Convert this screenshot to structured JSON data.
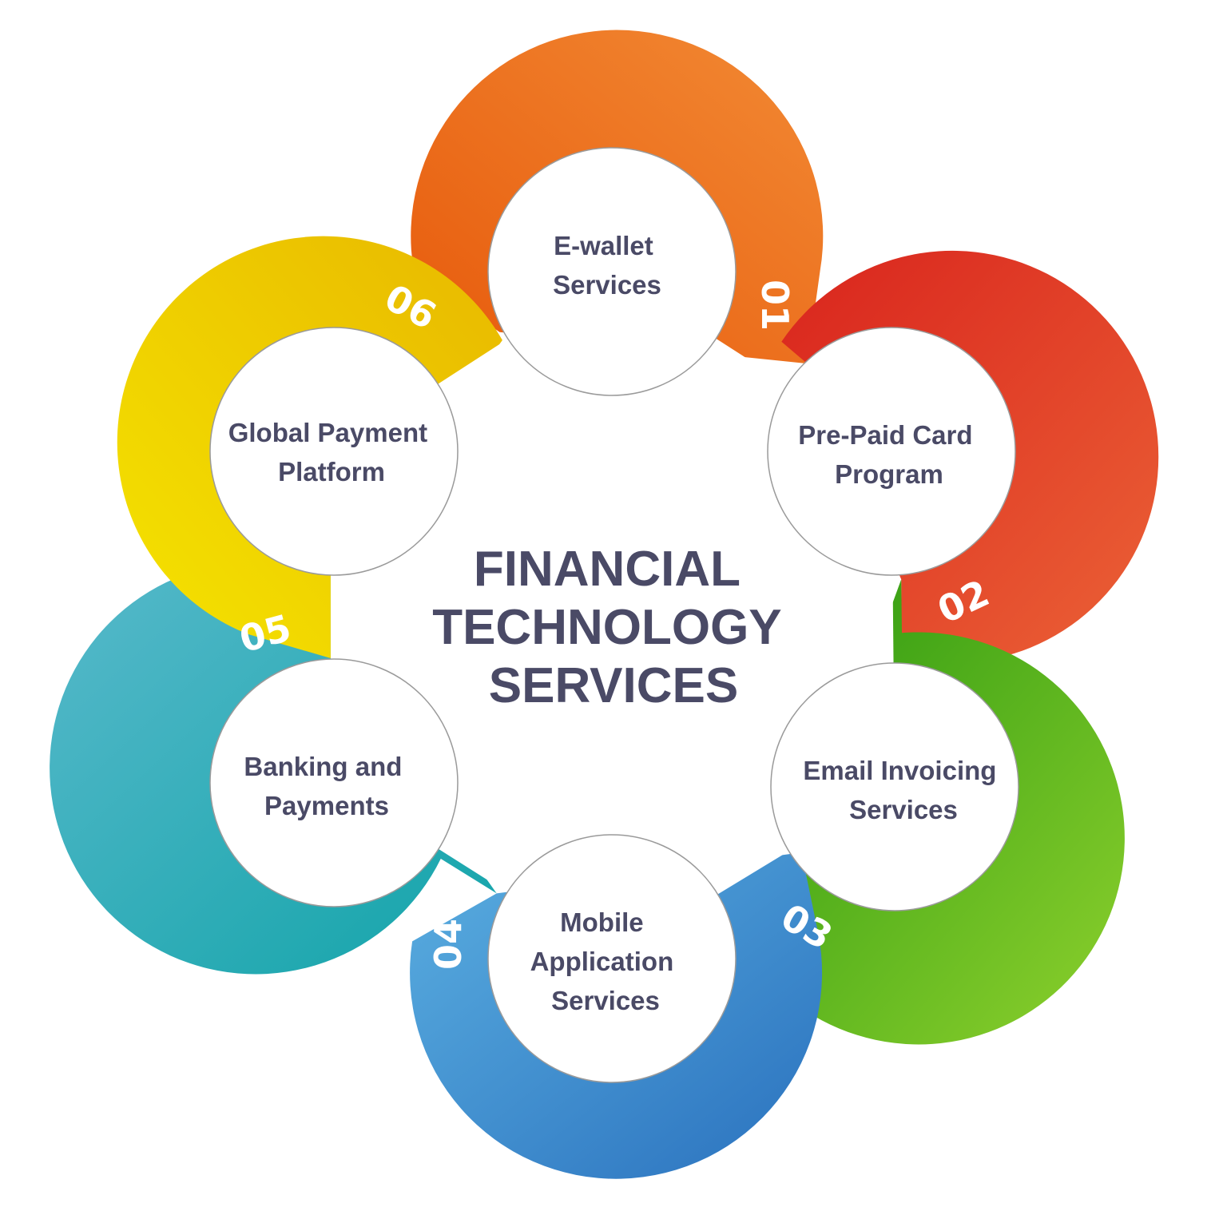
{
  "title_lines": [
    "FINANCIAL",
    "TECHNOLOGY",
    "SERVICES"
  ],
  "items": [
    {
      "number": "01",
      "lines": [
        "E-wallet",
        "Services"
      ],
      "color_dark": "#e75a0c",
      "color_light": "#f28a34"
    },
    {
      "number": "02",
      "lines": [
        "Pre-Paid Card",
        "Program"
      ],
      "color_dark": "#d9241d",
      "color_light": "#eb6236"
    },
    {
      "number": "03",
      "lines": [
        "Email Invoicing",
        "Services"
      ],
      "color_dark": "#26950f",
      "color_light": "#8ed12d"
    },
    {
      "number": "04",
      "lines": [
        "Mobile",
        "Application",
        "Services"
      ],
      "color_dark": "#2a71be",
      "color_light": "#5aaee0"
    },
    {
      "number": "05",
      "lines": [
        "Banking and",
        "Payments"
      ],
      "color_dark": "#12a4a9",
      "color_light": "#58b9cb"
    },
    {
      "number": "06",
      "lines": [
        "Global Payment",
        "Platform"
      ],
      "color_dark": "#e8b800",
      "color_light": "#f5e400"
    }
  ]
}
